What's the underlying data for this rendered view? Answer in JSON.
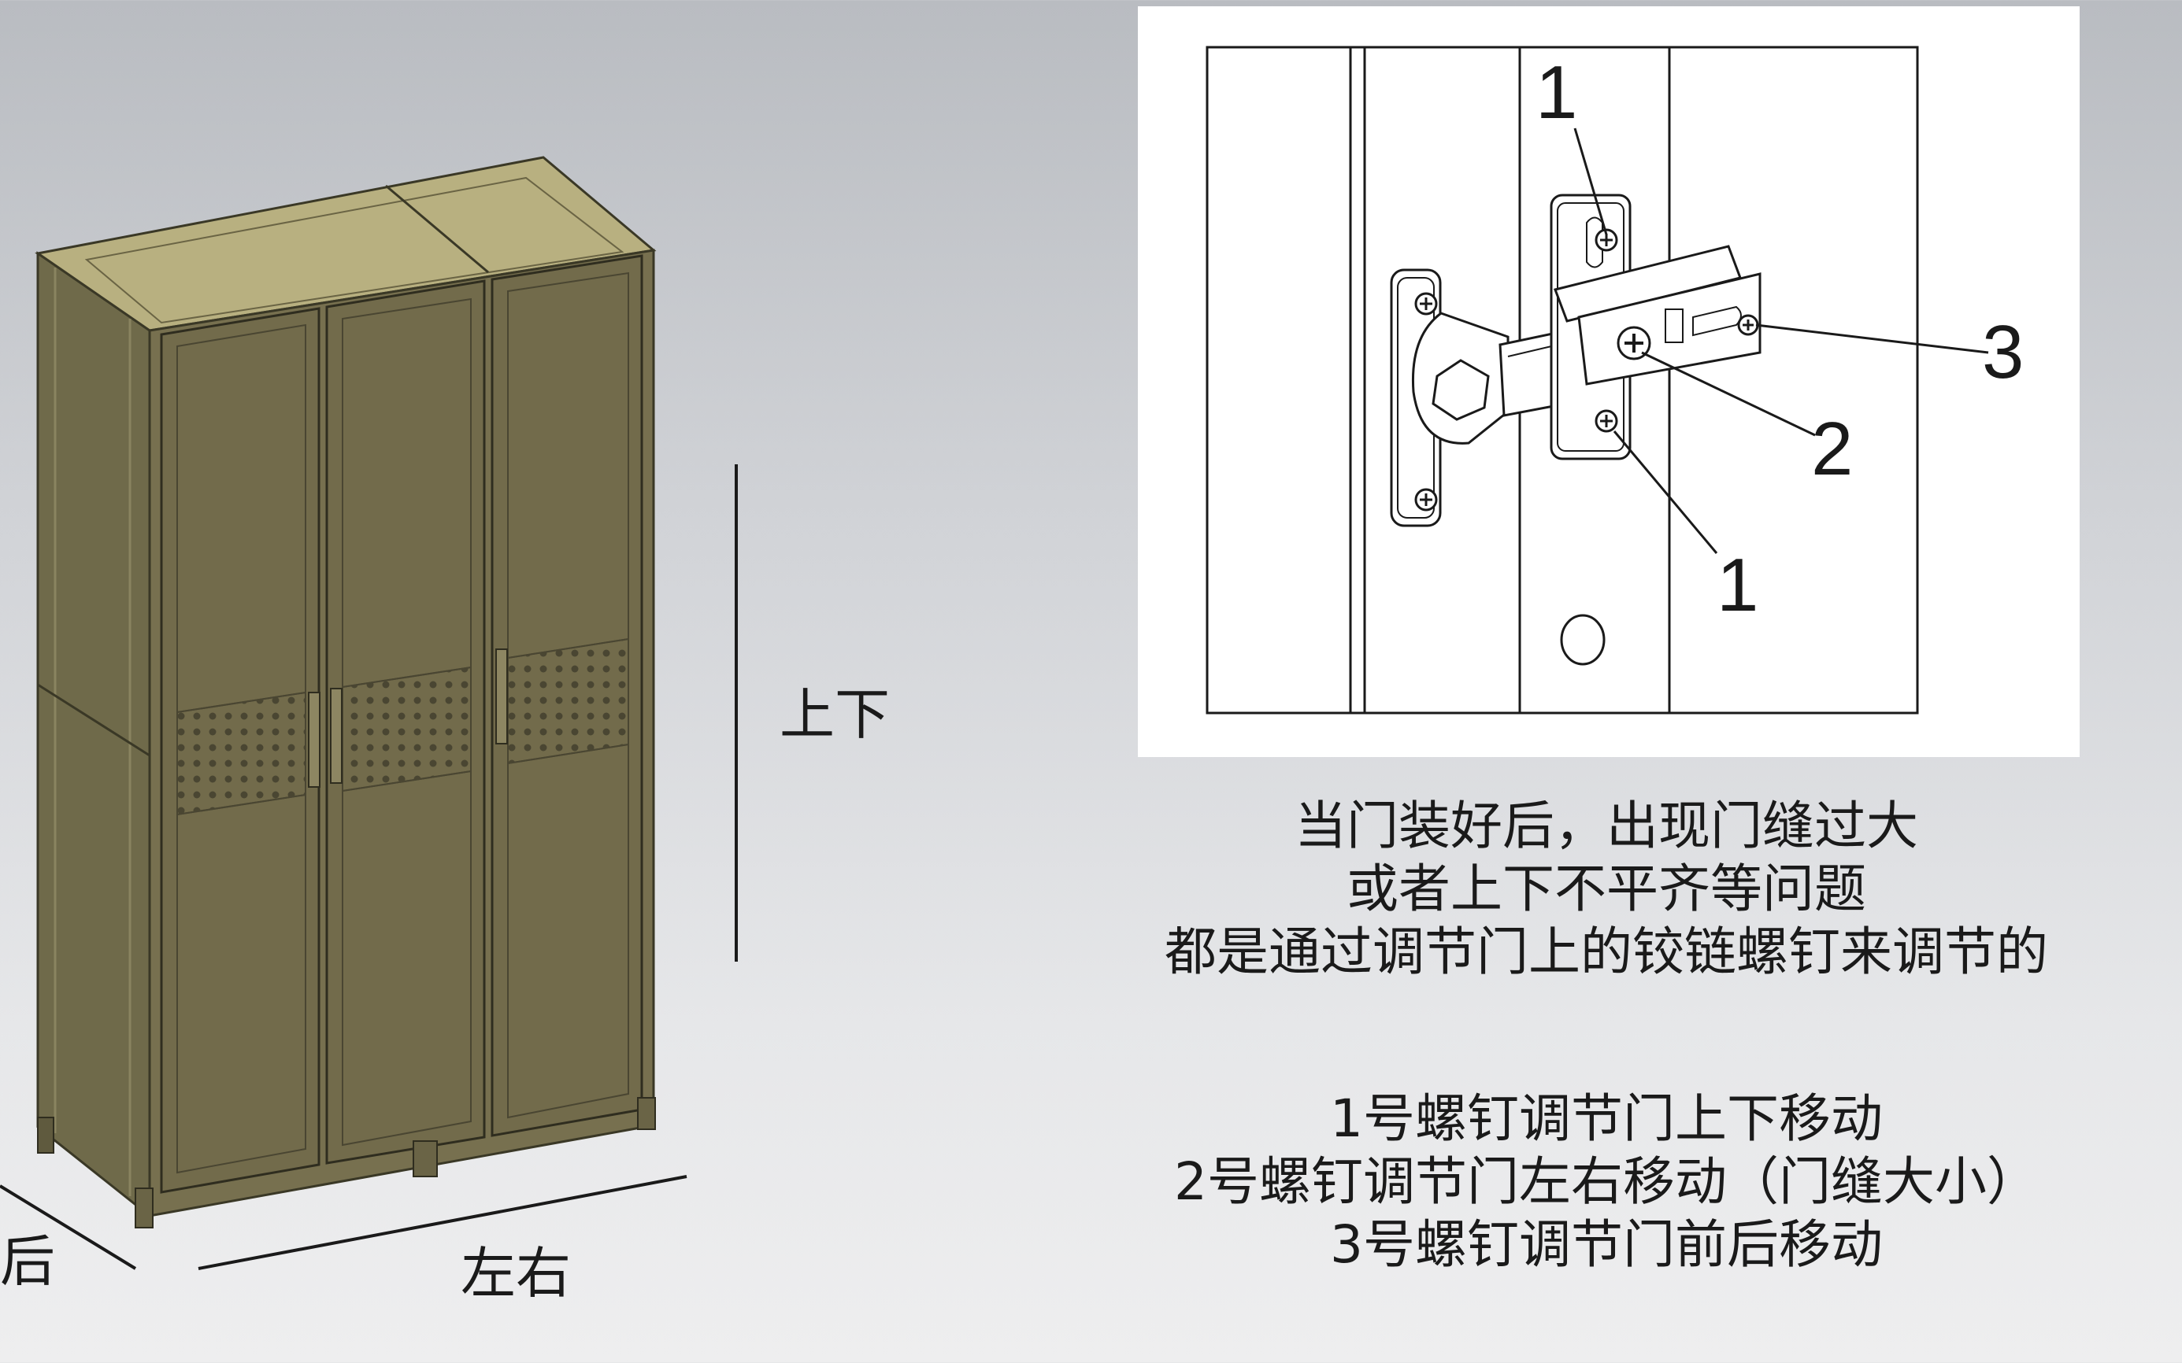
{
  "labels": {
    "up_down": "上下",
    "left_right": "左右",
    "front_back": "后"
  },
  "callouts": {
    "screw_1_top": "1",
    "screw_1_bottom": "1",
    "screw_2": "2",
    "screw_3": "3"
  },
  "description": {
    "line1": "当门装好后，出现门缝过大",
    "line2": "或者上下不平齐等问题",
    "line3": "都是通过调节门上的铰链螺钉来调节的"
  },
  "instructions": {
    "line1": "1号螺钉调节门上下移动",
    "line2": "2号螺钉调节门左右移动（门缝大小）",
    "line3": "3号螺钉调节门前后移动"
  },
  "colors": {
    "cabinet_front": "#77704f",
    "cabinet_side": "#6f6a4a",
    "cabinet_top": "#b8b080",
    "line": "#1a1a1a"
  }
}
